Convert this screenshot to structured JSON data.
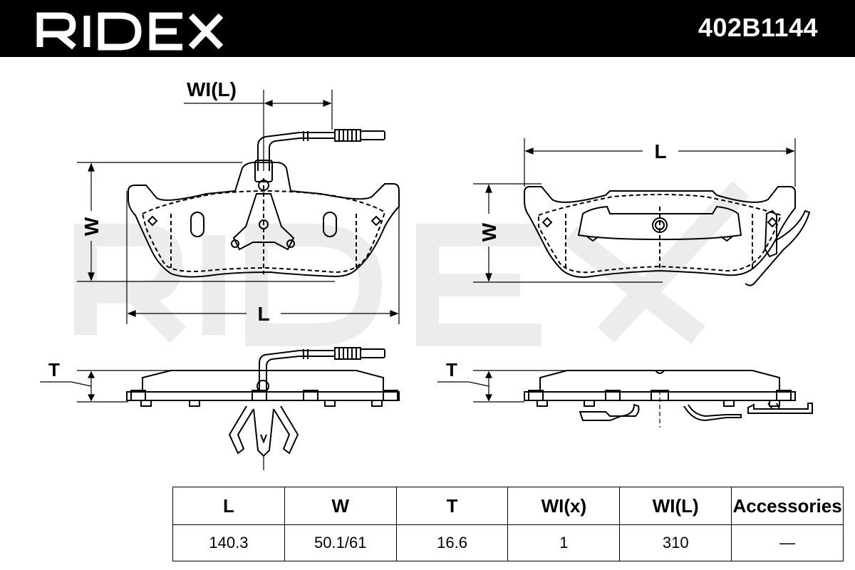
{
  "header": {
    "brand": "RIDEX",
    "part_number": "402B1144",
    "background_color": "#000000",
    "text_color": "#ffffff"
  },
  "watermark": {
    "text": "RIDEX",
    "color": "#ececec"
  },
  "drawing": {
    "front_view": {
      "length_label": "L",
      "width_label": "W",
      "wire_length_label": "WI(L)"
    },
    "right_view": {
      "length_label": "L",
      "width_label": "W"
    },
    "side_view_left": {
      "thickness_label": "T"
    },
    "side_view_right": {
      "thickness_label": "T"
    }
  },
  "specs": {
    "headers": [
      "L",
      "W",
      "T",
      "WI(x)",
      "WI(L)",
      "Accessories"
    ],
    "values": [
      "140.3",
      "50.1/61",
      "16.6",
      "1",
      "310",
      "—"
    ]
  }
}
